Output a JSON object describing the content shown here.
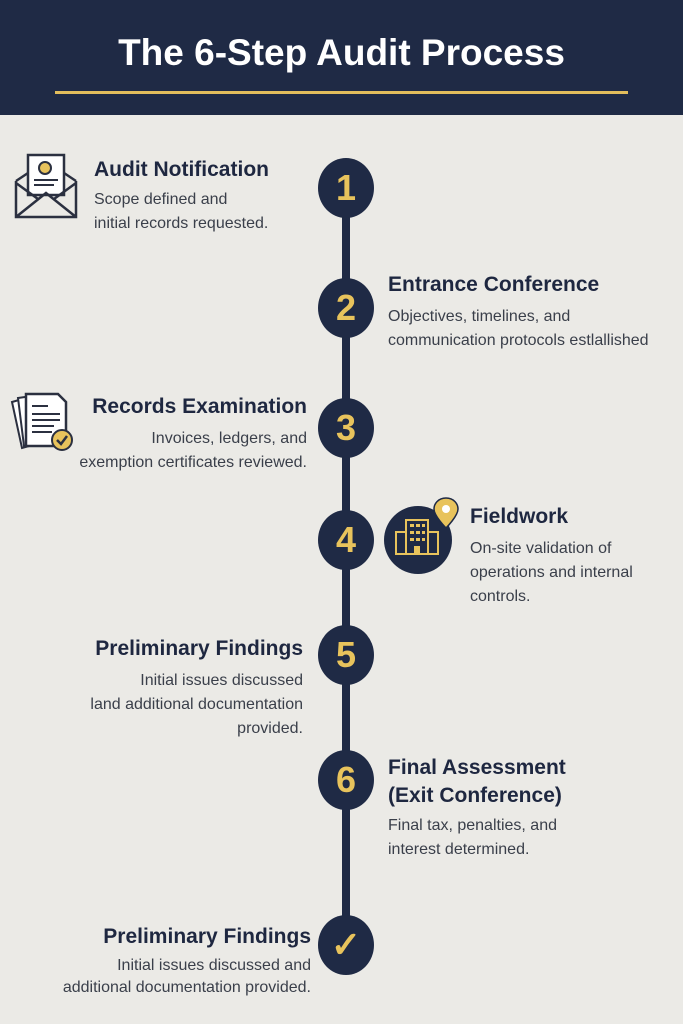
{
  "header": {
    "title": "The 6-Step Audit Process"
  },
  "colors": {
    "navy": "#1f2a45",
    "gold": "#e8c35c",
    "background": "#ebeae6"
  },
  "steps": [
    {
      "marker": "1",
      "title": "Audit Notification",
      "desc": "Scope defined and\ninitial records requested.",
      "icon": "envelope-letter-icon"
    },
    {
      "marker": "2",
      "title": "Entrance Conference",
      "desc": "Objectives, timelines, and\ncommunication protocols estlallished"
    },
    {
      "marker": "3",
      "title": "Records Examination",
      "desc": "Invoices, ledgers, and\nexemption certificates reviewed.",
      "icon": "documents-check-icon"
    },
    {
      "marker": "4",
      "title": "Fieldwork",
      "desc": "On-site validation of\noperations and internal\ncontrols.",
      "icon": "building-location-icon"
    },
    {
      "marker": "5",
      "title": "Preliminary Findings",
      "desc": "Initial issues discussed\nland additional documentation\nprovided."
    },
    {
      "marker": "6",
      "title": "Final Assessment\n(Exit Conference)",
      "desc": "Final tax, penalties, and\ninterest determined."
    },
    {
      "marker": "✓",
      "title": "Preliminary Findings",
      "desc": "Initial issues discussed and\nadditional documentation provided."
    }
  ]
}
